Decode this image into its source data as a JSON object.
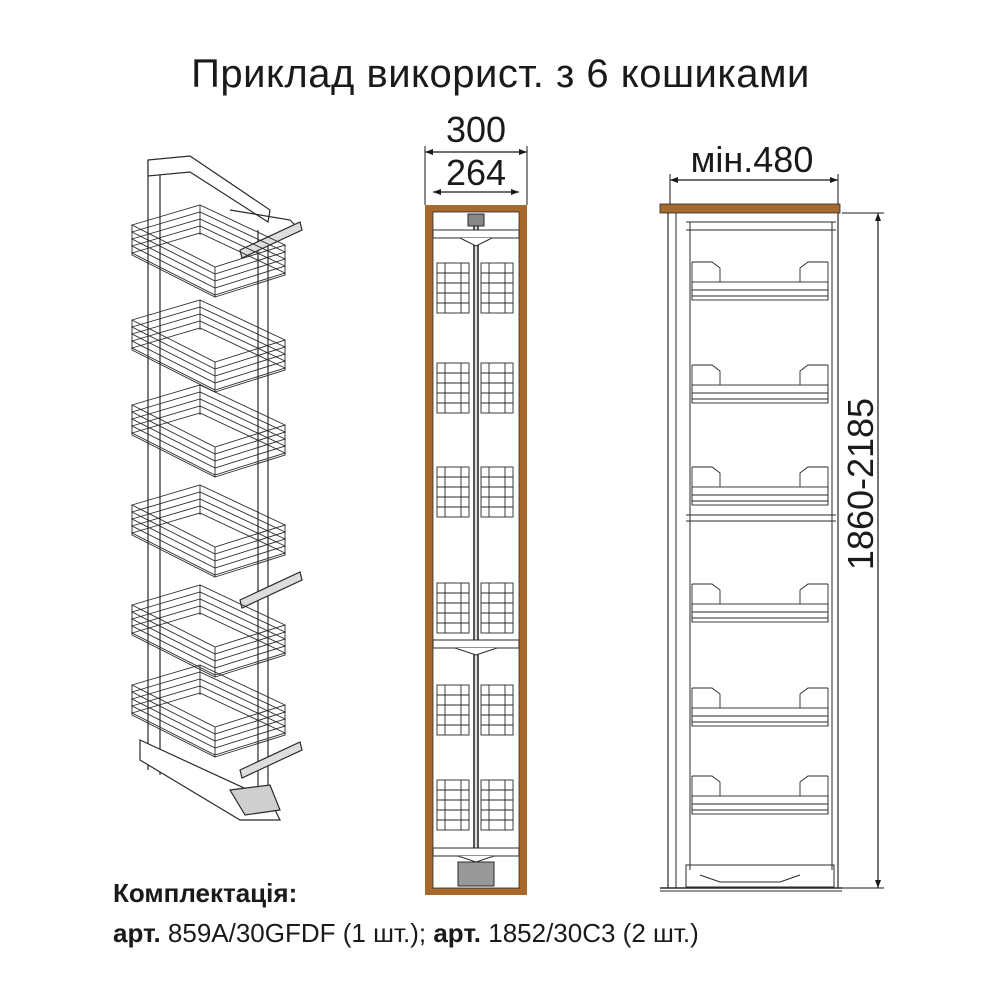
{
  "title": "Приклад використ. з 6 кошиками",
  "dimensions": {
    "outer_width": "300",
    "inner_width": "264",
    "min_depth": "мін.480",
    "height_range": "1860-2185"
  },
  "kit": {
    "heading": "Комплектація:",
    "art_label_1": "арт.",
    "art_value_1": "859A/30GFDF (1 шт.);",
    "art_label_2": "арт.",
    "art_value_2": "1852/30C3 (2 шт.)"
  },
  "colors": {
    "wood": "#a86a2c",
    "line": "#2a2a2a",
    "metal": "#7a7a7a"
  }
}
